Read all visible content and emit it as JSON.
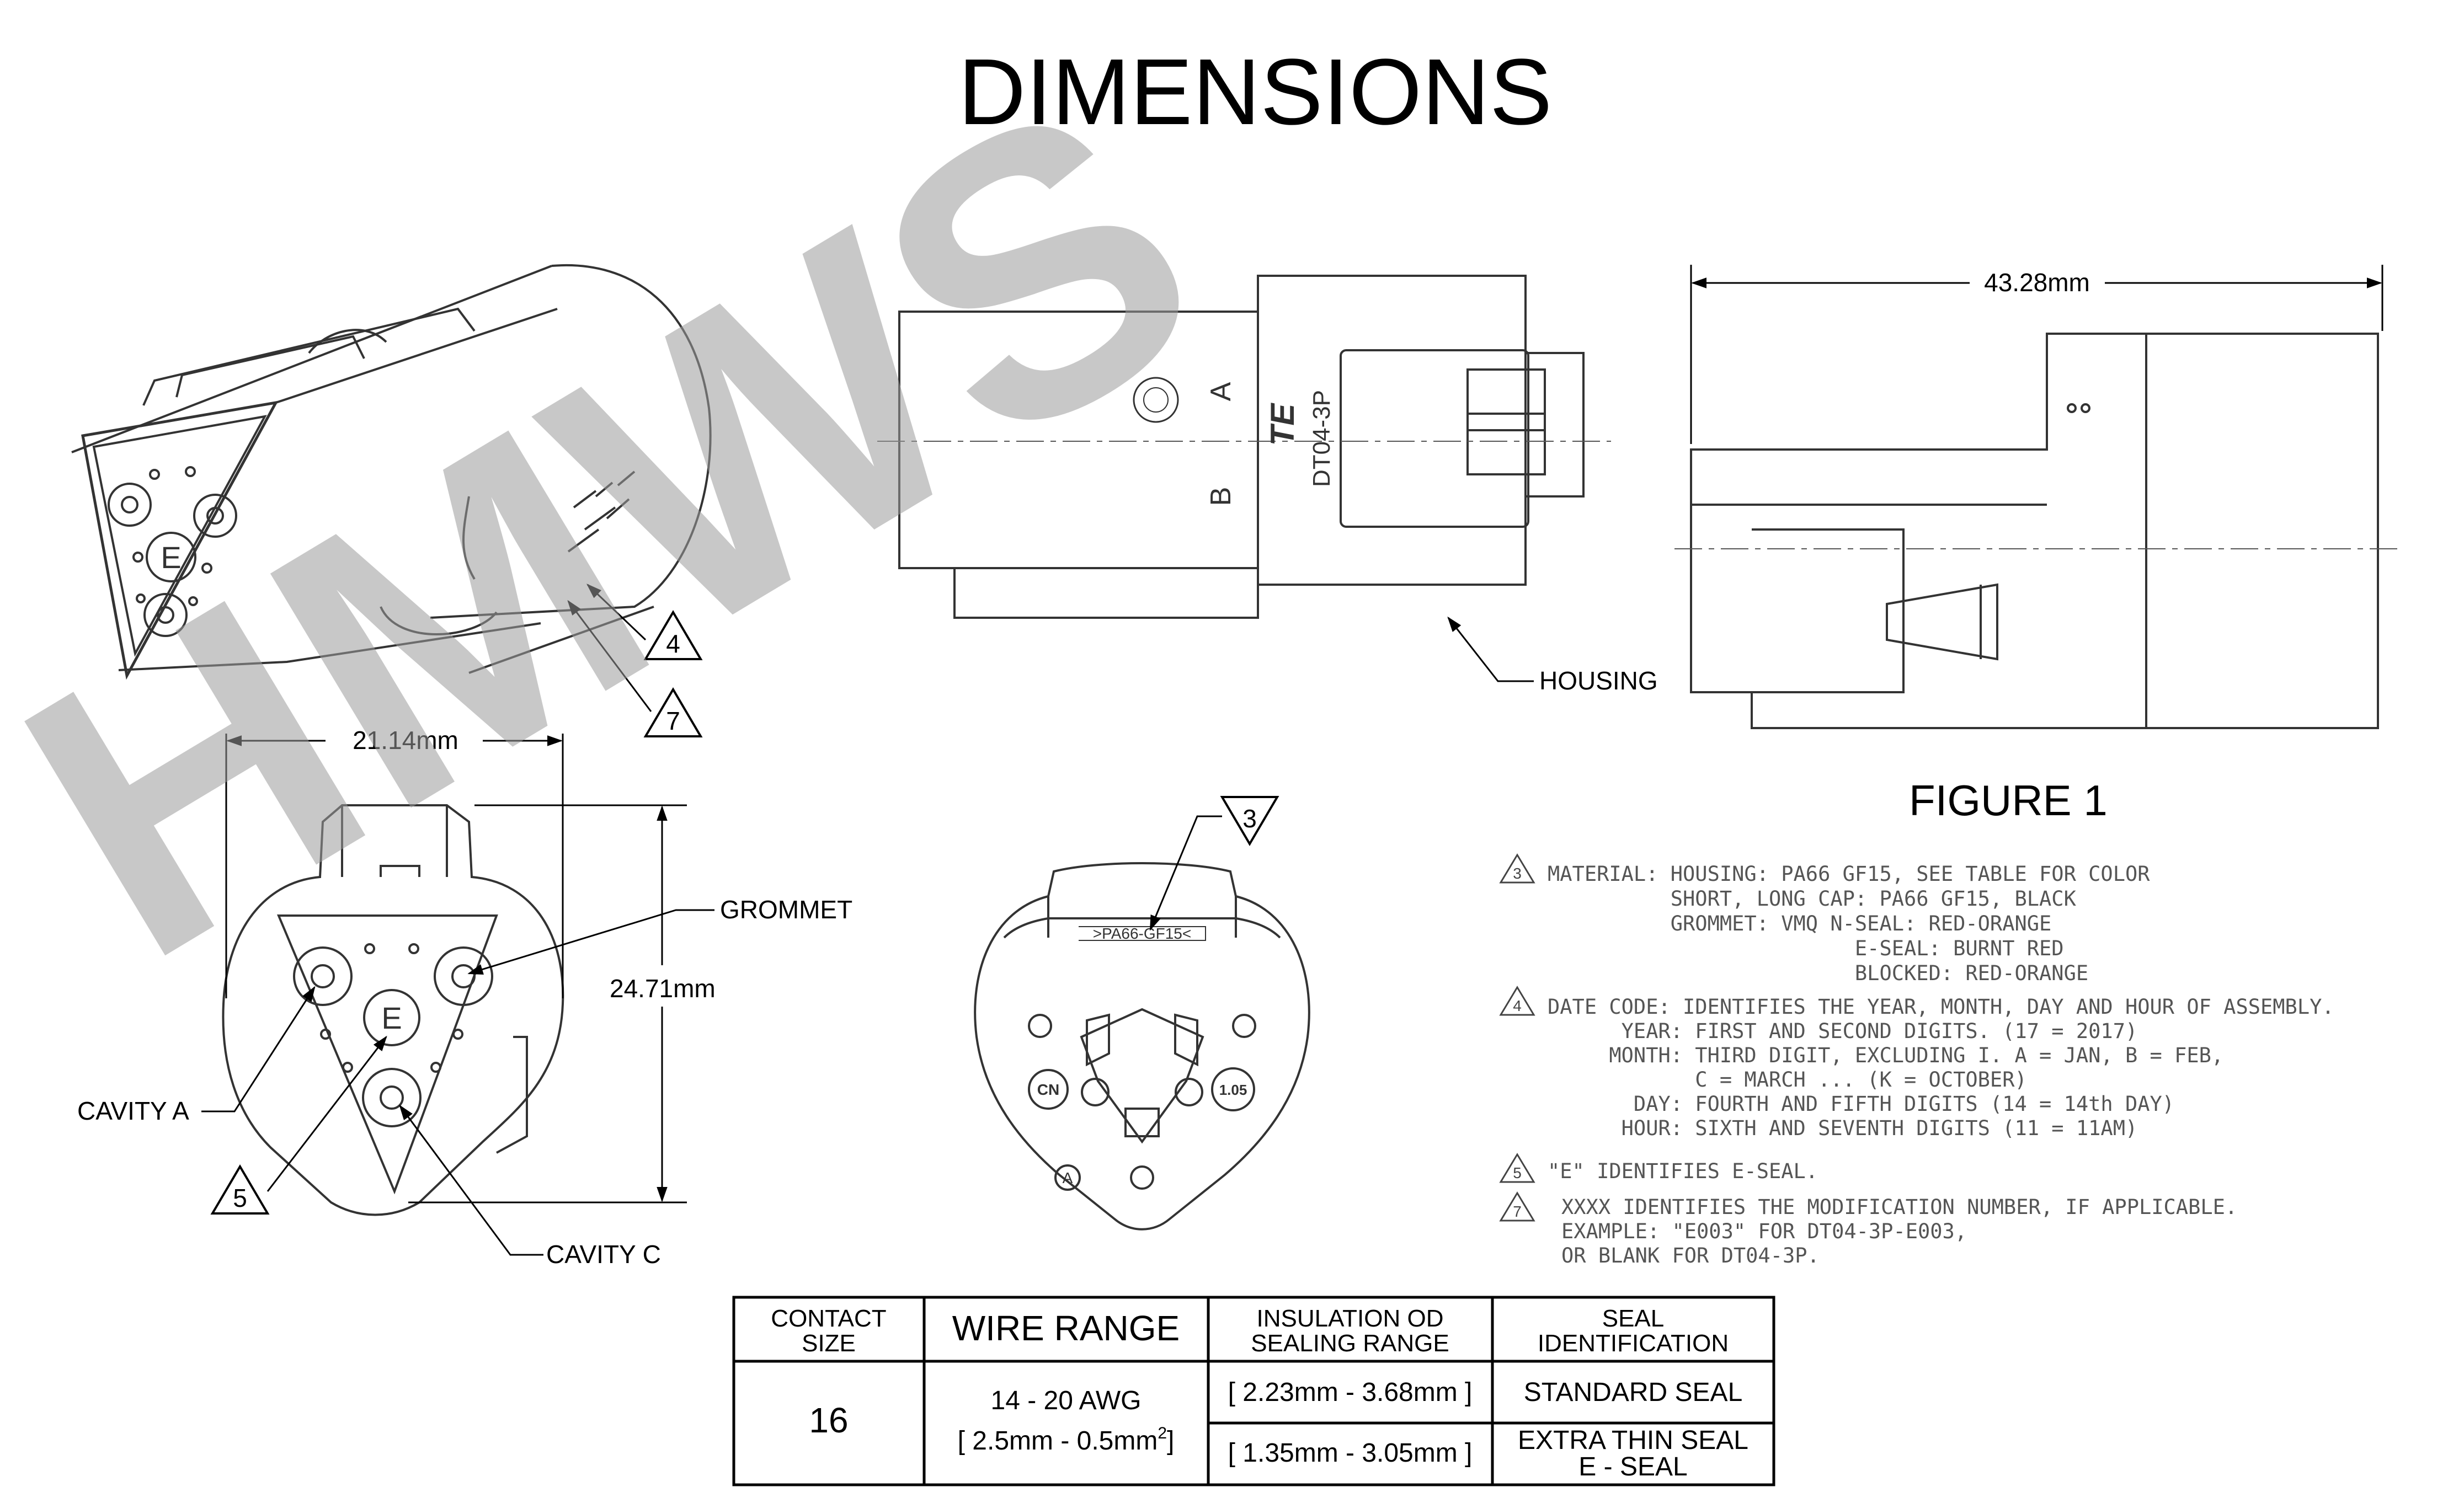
{
  "title": "DIMENSIONS",
  "watermark": "HMWS",
  "figure_label": "FIGURE 1",
  "dimensions": {
    "side_length": "43.28mm",
    "front_width": "21.14mm",
    "front_height": "24.71mm"
  },
  "callouts": {
    "housing": "HOUSING",
    "grommet": "GROMMET",
    "cavity_a": "CAVITY A",
    "cavity_c": "CAVITY C"
  },
  "part_marks": {
    "part_number": "DT04-3P",
    "logo": "TE",
    "cavity_letter_a": "A",
    "cavity_letter_b": "B",
    "material_mark": ">PA66-GF15<",
    "face_mark_cn": "CN",
    "face_mark_105": "1.05",
    "face_mark_a": "A",
    "seal_mark": "E"
  },
  "note_tags": {
    "n3": "3",
    "n4": "4",
    "n5": "5",
    "n7": "7"
  },
  "notes": {
    "n3_lines": [
      "MATERIAL: HOUSING: PA66 GF15, SEE TABLE FOR COLOR",
      "          SHORT, LONG CAP: PA66 GF15, BLACK",
      "          GROMMET: VMQ N-SEAL: RED-ORANGE",
      "                         E-SEAL: BURNT RED",
      "                         BLOCKED: RED-ORANGE"
    ],
    "n4_lines": [
      "DATE CODE: IDENTIFIES THE YEAR, MONTH, DAY AND HOUR OF ASSEMBLY.",
      "      YEAR: FIRST AND SECOND DIGITS. (17 = 2017)",
      "     MONTH: THIRD DIGIT, EXCLUDING I. A = JAN, B = FEB,",
      "            C = MARCH ... (K = OCTOBER)",
      "       DAY: FOURTH AND FIFTH DIGITS (14 = 14th DAY)",
      "      HOUR: SIXTH AND SEVENTH DIGITS (11 = 11AM)"
    ],
    "n5_lines": [
      "\"E\" IDENTIFIES E-SEAL."
    ],
    "n7_lines": [
      "XXXX IDENTIFIES THE MODIFICATION NUMBER, IF APPLICABLE.",
      "EXAMPLE: \"E003\" FOR DT04-3P-E003,",
      "OR BLANK FOR DT04-3P."
    ]
  },
  "table": {
    "headers": {
      "contact_l1": "CONTACT",
      "contact_l2": "SIZE",
      "wire": "WIRE RANGE",
      "insul_l1": "INSULATION OD",
      "insul_l2": "SEALING RANGE",
      "seal_l1": "SEAL",
      "seal_l2": "IDENTIFICATION"
    },
    "contact_size": "16",
    "wire_awg": "14 - 20 AWG",
    "wire_mm": "[ 2.5mm - 0.5mm",
    "wire_mm_sup": "2",
    "wire_mm_close": "]",
    "rows": [
      {
        "insulation": "[ 2.23mm - 3.68mm ]",
        "seal": "STANDARD SEAL"
      },
      {
        "insulation": "[ 1.35mm - 3.05mm ]",
        "seal_l1": "EXTRA THIN SEAL",
        "seal_l2": "E - SEAL"
      }
    ]
  }
}
